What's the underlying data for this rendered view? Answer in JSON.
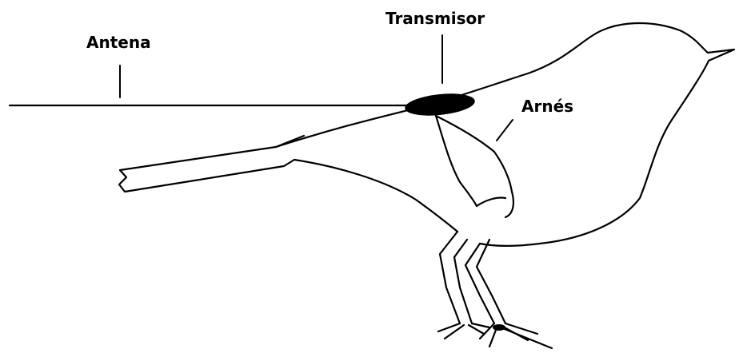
{
  "labels": {
    "antenna": "Antena",
    "transmitter": "Transmisor",
    "harness": "Arnés"
  }
}
